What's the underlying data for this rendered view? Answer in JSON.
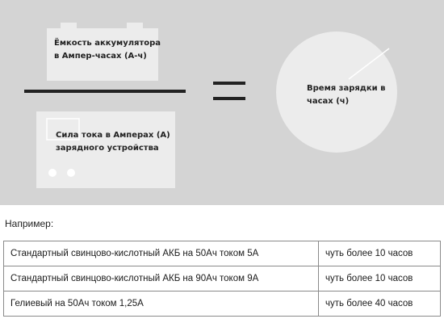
{
  "diagram": {
    "capacity_label_line1": "Ёмкость аккумулятора",
    "capacity_label_line2": "в Ампер-часах (А-ч)",
    "current_label_line1": "Сила тока в Амперах (А)",
    "current_label_line2": "зарядного устройства",
    "time_label_line1": "Время зарядки в",
    "time_label_line2": "часах (ч)",
    "colors": {
      "background": "#d4d4d4",
      "shapes": "#ececec",
      "lines": "#222222"
    }
  },
  "examples": {
    "heading": "Например:",
    "rows": [
      {
        "description": "Стандартный свинцово-кислотный АКБ на 50Ач током 5А",
        "time": "чуть более 10 часов"
      },
      {
        "description": "Стандартный свинцово-кислотный АКБ на 90Ач током 9А",
        "time": "чуть более 10 часов"
      },
      {
        "description": "Гелиевый на 50Ач током 1,25А",
        "time": "чуть более 40 часов"
      }
    ]
  }
}
